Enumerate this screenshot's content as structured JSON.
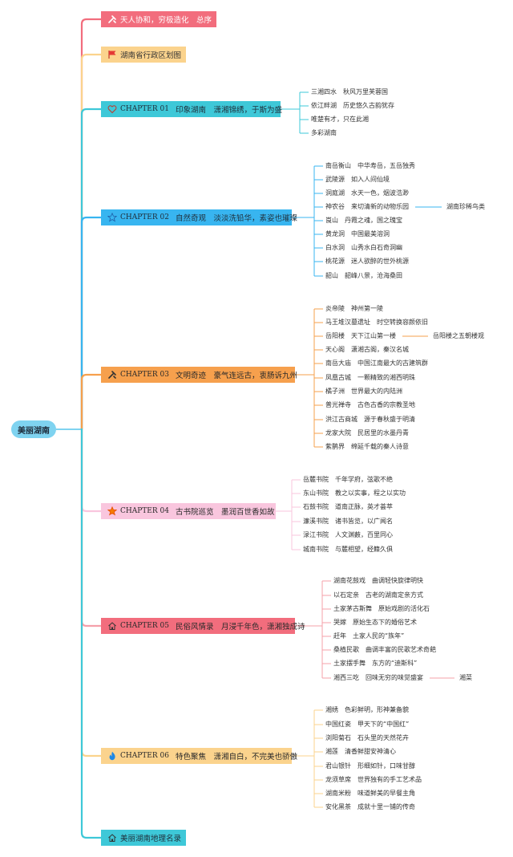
{
  "root": {
    "label": "美丽湖南"
  },
  "branches": [
    {
      "id": "b0",
      "chapter": "",
      "title": "天人协和，穷极造化　总序",
      "icon": "tools-icon",
      "bg": "#f26d7d",
      "line": "#f26d7d",
      "fg": "#ffffff",
      "children": []
    },
    {
      "id": "b1",
      "chapter": "",
      "title": "湖南省行政区划图",
      "icon": "flag-icon",
      "bg": "#fbd38d",
      "line": "#fbd38d",
      "fg": "#333333",
      "children": []
    },
    {
      "id": "b2",
      "chapter": "CHAPTER 01",
      "title": "印象湖南　潇湘锦绣，于斯为盛",
      "icon": "heart-icon",
      "bg": "#3ec8d8",
      "line": "#3ec8d8",
      "fg": "#1f2e3a",
      "children": [
        {
          "text": "三湘四水　秋风万里芙蓉国"
        },
        {
          "text": "依江畔湖　历史悠久古韵犹存"
        },
        {
          "text": "唯楚有才，只在此湘"
        },
        {
          "text": "多彩湖南"
        }
      ]
    },
    {
      "id": "b3",
      "chapter": "CHAPTER 02",
      "title": "自然奇观　淡淡洗铅华，素姿也璀璨",
      "icon": "star-icon",
      "bg": "#38b5f0",
      "line": "#38b5f0",
      "fg": "#1f2e3a",
      "children": [
        {
          "text": "南岳衡山　中华寿岳，五岳独秀"
        },
        {
          "text": "武陵源　如入人间仙境"
        },
        {
          "text": "洞庭湖　水天一色，烟波浩渺"
        },
        {
          "text": "神农谷　来切清新的动物乐园",
          "sub": "湖南珍稀鸟类"
        },
        {
          "text": "崀山　丹霞之魂，国之瑰宝"
        },
        {
          "text": "黄龙洞　中国最美溶洞"
        },
        {
          "text": "白水洞　山秀水白石奇洞幽"
        },
        {
          "text": "桃花源　迷人欲醉的世外桃源"
        },
        {
          "text": "韶山　韶峰八景，沧海桑田"
        }
      ]
    },
    {
      "id": "b4",
      "chapter": "CHAPTER 03",
      "title": "文明奇迹　豪气连远古，衷肠诉九州",
      "icon": "tools-icon",
      "bg": "#f6a04d",
      "line": "#f6a04d",
      "fg": "#2a2a2a",
      "children": [
        {
          "text": "炎帝陵　神州第一陵"
        },
        {
          "text": "马王堆汉墓遗址　时空转换容颜依旧"
        },
        {
          "text": "岳阳楼　天下江山第一楼",
          "sub": "岳阳楼之五朝楼观"
        },
        {
          "text": "天心阁　潇湘古阁，秦汉名城"
        },
        {
          "text": "南岳大庙　中国江南最大的古建筑群"
        },
        {
          "text": "凤凰古城　一颗精致的湘西明珠"
        },
        {
          "text": "橘子洲　世界最大的内陆洲"
        },
        {
          "text": "普光禅寺　古色古香的宗教圣地"
        },
        {
          "text": "洪江古商城　源于春秋盛于明清"
        },
        {
          "text": "龙家大院　民居里的水墨丹青"
        },
        {
          "text": "紫鹊界　绵延千载的秦人诗意"
        }
      ]
    },
    {
      "id": "b5",
      "chapter": "CHAPTER 04",
      "title": "古书院巡览　墨润百世香如故",
      "icon": "star-icon",
      "bg": "#f9c6de",
      "line": "#f9c6de",
      "fg": "#2a2a2a",
      "children": [
        {
          "text": "岳麓书院　千年学府，弦歌不绝"
        },
        {
          "text": "东山书院　教之以实事，程之以实功"
        },
        {
          "text": "石鼓书院　道南正脉，英才荟萃"
        },
        {
          "text": "濂溪书院　诸书皆览，以广闻名"
        },
        {
          "text": "渌江书院　人文渊薮，百里同心"
        },
        {
          "text": "城南书院　与麓相望，经籍久俱"
        }
      ]
    },
    {
      "id": "b6",
      "chapter": "CHAPTER 05",
      "title": "民俗风情录　月浸千年色，潇湘独成诗",
      "icon": "house-icon",
      "bg": "#f26d7d",
      "line": "#f4a0aa",
      "fg": "#2a2a2a",
      "children": [
        {
          "text": "湖南花鼓戏　曲调轻快旋律明快"
        },
        {
          "text": "以石定亲　古老的湖南定亲方式"
        },
        {
          "text": "土家茅古斯舞　原始戏剧的活化石"
        },
        {
          "text": "哭嫁　原始生态下的婚俗艺术"
        },
        {
          "text": "赶年　土家人民的“族年”"
        },
        {
          "text": "桑植民歌　曲调丰富的民歌艺术奇葩"
        },
        {
          "text": "土家摆手舞　东方的“迪斯科”"
        },
        {
          "text": "湘西三吃　回味无穷的味觉盛宴",
          "sub": "湘菜"
        }
      ]
    },
    {
      "id": "b7",
      "chapter": "CHAPTER 06",
      "title": "特色聚焦　潇湘自白，不完美也骄傲",
      "icon": "flame-icon",
      "bg": "#fbd38d",
      "line": "#fbd38d",
      "fg": "#2a2a2a",
      "children": [
        {
          "text": "湘绣　色彩鲜明，形神兼备貌"
        },
        {
          "text": "中国红瓷　甲天下的“中国红”"
        },
        {
          "text": "浏阳菊石　石头里的天然花卉"
        },
        {
          "text": "湘莲　清香鲜甜安神清心"
        },
        {
          "text": "君山银针　形细如针，口味甘醇"
        },
        {
          "text": "龙须草席　世界独有的手工艺术品"
        },
        {
          "text": "湖南米粉　味道鲜美的早餐主角"
        },
        {
          "text": "安化黑茶　成就十里一铺的传奇"
        }
      ]
    },
    {
      "id": "b8",
      "chapter": "",
      "title": "美丽湖南地理名录",
      "icon": "house-icon",
      "bg": "#3ec8d8",
      "line": "#3ec8d8",
      "fg": "#1f2e3a",
      "children": []
    }
  ]
}
